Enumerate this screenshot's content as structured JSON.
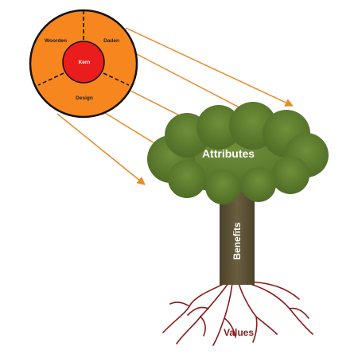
{
  "circle": {
    "core_label": "Kern",
    "segments": [
      "Woorden",
      "Daden",
      "Design"
    ]
  },
  "tree": {
    "crown_label": "Attributes",
    "trunk_label": "Benefits",
    "roots_label": "Values"
  },
  "colors": {
    "outer_ring": "#f7861e",
    "core": "#ea1c1c",
    "arrow": "#ea8a25",
    "crown": "#5a7a2c",
    "trunk": "#5b5035",
    "roots": "#8b1a1a",
    "roots_label": "#8b1a1a"
  }
}
